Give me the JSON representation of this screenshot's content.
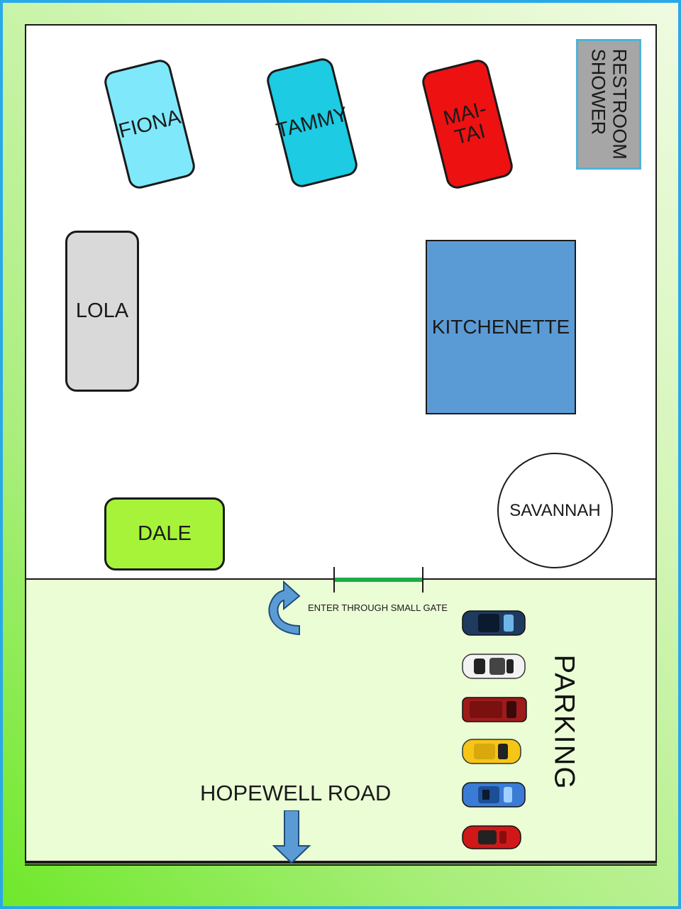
{
  "tents": {
    "fiona": "FIONA",
    "tammy": "TAMMY",
    "maitai": "MAI-\nTAI",
    "lola": "LOLA",
    "dale": "DALE",
    "savannah": "SAVANNAH"
  },
  "facilities": {
    "restroom": "RESTROOM\nSHOWER",
    "kitchen": "KITCHENETTE"
  },
  "entrance": {
    "gate_label": "ENTER THROUGH SMALL GATE"
  },
  "parking": {
    "label": "PARKING",
    "cars": [
      {
        "color": "#1f3a5f",
        "icon": "car-navy-icon"
      },
      {
        "color": "#f2f2f2",
        "icon": "car-white-icon"
      },
      {
        "color": "#9e1b1b",
        "icon": "car-maroon-icon"
      },
      {
        "color": "#f5c518",
        "icon": "car-yellow-icon"
      },
      {
        "color": "#3a7bd5",
        "icon": "car-blue-icon"
      },
      {
        "color": "#d01818",
        "icon": "car-red-icon"
      }
    ]
  },
  "road": {
    "label": "HOPEWELL ROAD"
  },
  "colors": {
    "fiona": "#7fe9fb",
    "tammy": "#1dcbe2",
    "maitai": "#ee1111",
    "lola": "#d9d9d9",
    "dale": "#a6f33a",
    "kitchen": "#5b9bd5",
    "restroom": "#a6a6a6",
    "gate": "#1faa4a",
    "arrow": "#5b9bd5"
  }
}
